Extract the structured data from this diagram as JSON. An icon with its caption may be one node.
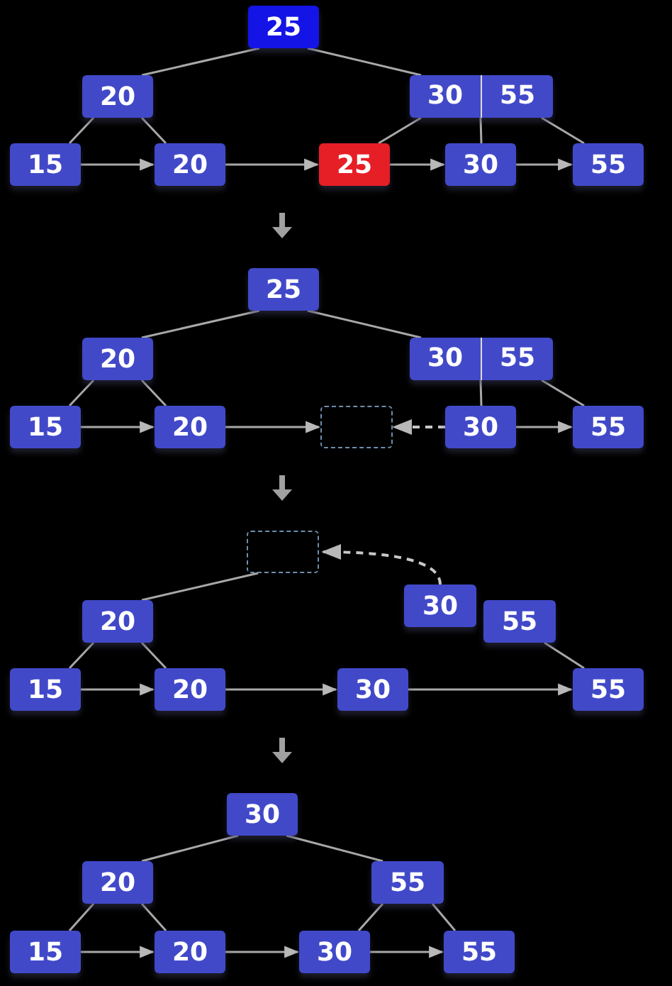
{
  "diagram": {
    "nodes": [
      {
        "text": [
          "25"
        ]
      },
      {
        "text": [
          "20"
        ]
      },
      {
        "text": [
          "30",
          "55"
        ]
      },
      {
        "text": [
          "15"
        ]
      },
      {
        "text": [
          "20"
        ]
      },
      {
        "text": [
          "25"
        ]
      },
      {
        "text": [
          "30"
        ]
      },
      {
        "text": [
          "55"
        ]
      },
      {
        "text": [
          "25"
        ]
      },
      {
        "text": [
          "20"
        ]
      },
      {
        "text": [
          "30",
          "55"
        ]
      },
      {
        "text": [
          "15"
        ]
      },
      {
        "text": [
          "20"
        ]
      },
      {
        "text": [],
        "shape": "box"
      },
      {
        "text": [
          "30"
        ]
      },
      {
        "text": [
          "55"
        ]
      },
      {
        "text": [],
        "shape": "box"
      },
      {
        "text": [
          "20"
        ]
      },
      {
        "text": [
          "30"
        ]
      },
      {
        "text": [
          "55"
        ]
      },
      {
        "text": [
          "15"
        ]
      },
      {
        "text": [
          "20"
        ]
      },
      {
        "text": [
          "30"
        ]
      },
      {
        "text": [
          "55"
        ]
      },
      {
        "text": [
          "30"
        ]
      },
      {
        "text": [
          "20"
        ]
      },
      {
        "text": [
          "55"
        ]
      },
      {
        "text": [
          "15"
        ]
      },
      {
        "text": [
          "20"
        ]
      },
      {
        "text": [
          "30"
        ]
      },
      {
        "text": [
          "55"
        ]
      }
    ],
    "edges": [
      {
        "from": 0,
        "to": 1,
        "arrow": "none"
      },
      {
        "from": 0,
        "to": 2,
        "arrow": "none"
      },
      {
        "from": 1,
        "to": 3,
        "arrow": "none"
      },
      {
        "from": 1,
        "to": 4,
        "arrow": "none"
      },
      {
        "from": 2,
        "to": 5,
        "arrow": "none"
      },
      {
        "from": 2,
        "to": 6,
        "arrow": "none"
      },
      {
        "from": 2,
        "to": 7,
        "arrow": "none"
      },
      {
        "from": 3,
        "to": 4,
        "arrow": "to"
      },
      {
        "from": 4,
        "to": 5,
        "arrow": "to"
      },
      {
        "from": 5,
        "to": 6,
        "arrow": "to"
      },
      {
        "from": 6,
        "to": 7,
        "arrow": "to"
      },
      {
        "from": 5,
        "to": 8,
        "arrow": "to",
        "style": "thick"
      },
      {
        "from": 8,
        "to": 9,
        "arrow": "none"
      },
      {
        "from": 8,
        "to": 10,
        "arrow": "none"
      },
      {
        "from": 9,
        "to": 11,
        "arrow": "none"
      },
      {
        "from": 9,
        "to": 12,
        "arrow": "none"
      },
      {
        "from": 10,
        "to": 14,
        "arrow": "none"
      },
      {
        "from": 10,
        "to": 15,
        "arrow": "none"
      },
      {
        "from": 11,
        "to": 12,
        "arrow": "to"
      },
      {
        "from": 12,
        "to": 13,
        "arrow": "to"
      },
      {
        "from": 14,
        "to": 13,
        "arrow": "to",
        "style": "dashed"
      },
      {
        "from": 14,
        "to": 15,
        "arrow": "to"
      },
      {
        "from": 13,
        "to": 16,
        "arrow": "to",
        "style": "thick"
      },
      {
        "from": 16,
        "to": 17,
        "arrow": "none"
      },
      {
        "from": 18,
        "to": 16,
        "arrow": "to",
        "style": "dashed"
      },
      {
        "from": 19,
        "to": 23,
        "arrow": "none"
      },
      {
        "from": 17,
        "to": 20,
        "arrow": "none"
      },
      {
        "from": 17,
        "to": 21,
        "arrow": "none"
      },
      {
        "from": 20,
        "to": 21,
        "arrow": "to"
      },
      {
        "from": 21,
        "to": 22,
        "arrow": "to"
      },
      {
        "from": 22,
        "to": 23,
        "arrow": "to"
      },
      {
        "from": 22,
        "to": 24,
        "arrow": "to",
        "style": "thick"
      },
      {
        "from": 24,
        "to": 25,
        "arrow": "none"
      },
      {
        "from": 24,
        "to": 26,
        "arrow": "none"
      },
      {
        "from": 25,
        "to": 27,
        "arrow": "none"
      },
      {
        "from": 25,
        "to": 28,
        "arrow": "none"
      },
      {
        "from": 26,
        "to": 29,
        "arrow": "none"
      },
      {
        "from": 26,
        "to": 30,
        "arrow": "none"
      },
      {
        "from": 27,
        "to": 28,
        "arrow": "to"
      },
      {
        "from": 28,
        "to": 29,
        "arrow": "to"
      },
      {
        "from": 29,
        "to": 30,
        "arrow": "to"
      }
    ]
  }
}
